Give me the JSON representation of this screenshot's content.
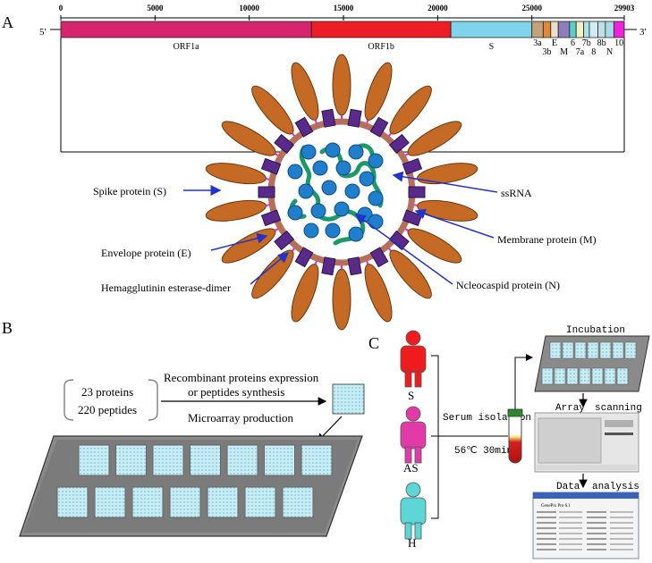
{
  "panel_a": {
    "label": "A",
    "five_prime": "5'",
    "three_prime": "3'",
    "ticks": [
      {
        "value": 0,
        "label": "0"
      },
      {
        "value": 5000,
        "label": "5000"
      },
      {
        "value": 10000,
        "label": "10000"
      },
      {
        "value": 15000,
        "label": "15000"
      },
      {
        "value": 20000,
        "label": "20000"
      },
      {
        "value": 25000,
        "label": "25000"
      },
      {
        "value": 29903,
        "label": "29903"
      }
    ],
    "genes": [
      {
        "name": "ORF1a",
        "start": 0,
        "end": 13300,
        "color": "#d6246e"
      },
      {
        "name": "ORF1b",
        "start": 13300,
        "end": 20700,
        "color": "#ee1c24"
      },
      {
        "name": "S",
        "start": 20700,
        "end": 25000,
        "color": "#7fd3ea"
      },
      {
        "name": "3a",
        "start": 25000,
        "end": 25600,
        "color": "#c3a17a"
      },
      {
        "name": "3b",
        "start": 25600,
        "end": 26000,
        "color": "#e0893a"
      },
      {
        "name": "E",
        "start": 26000,
        "end": 26400,
        "color": "#e8e0c8"
      },
      {
        "name": "M",
        "start": 26400,
        "end": 27000,
        "color": "#8e7ec0"
      },
      {
        "name": "6",
        "start": 27000,
        "end": 27350,
        "color": "#5ad0c8"
      },
      {
        "name": "7a",
        "start": 27350,
        "end": 27750,
        "color": "#f3f1c2"
      },
      {
        "name": "7b",
        "start": 27750,
        "end": 28050,
        "color": "#b0e0ec"
      },
      {
        "name": "8",
        "start": 28050,
        "end": 28500,
        "color": "#d2ecf4"
      },
      {
        "name": "8b",
        "start": 28500,
        "end": 28900,
        "color": "#c0e0e8"
      },
      {
        "name": "N",
        "start": 28900,
        "end": 29350,
        "color": "#a8dce8"
      },
      {
        "name": "10",
        "start": 29350,
        "end": 29903,
        "color": "#ee22dd"
      }
    ],
    "virion_labels": {
      "spike": "Spike protein (S)",
      "envelope": "Envelope protein (E)",
      "hemagglutinin": "Hemagglutinin esterase-dimer",
      "ssrna": "ssRNA",
      "membrane": "Membrane protein (M)",
      "nucleocapsid": "Ncleocaspid protein (N)"
    }
  },
  "panel_b": {
    "label": "B",
    "proteins": "23 proteins",
    "peptides": "220 peptides",
    "expression_line1": "Recombinant proteins expression",
    "expression_line2": "or peptides synthesis",
    "microarray": "Microarray production"
  },
  "panel_c": {
    "label": "C",
    "groups": [
      "S",
      "AS",
      "H"
    ],
    "group_colors": [
      "#ee1c1c",
      "#e23aa8",
      "#5cd6d6"
    ],
    "serum": "Serum isolation",
    "condition": "56℃  30min",
    "incubation": "Incubation",
    "array": "Array",
    "scanning": "scanning",
    "data": "Data",
    "analysis": "analysis",
    "software_title": "GenePix Pro 6.1"
  }
}
